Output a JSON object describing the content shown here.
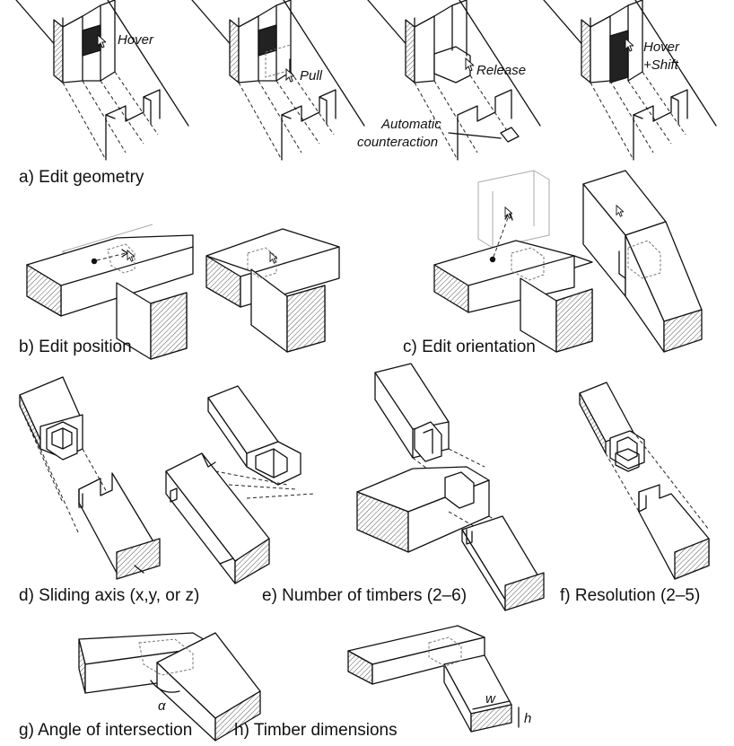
{
  "panels": {
    "a": {
      "caption": "a) Edit geometry",
      "steps": [
        {
          "label": "Hover"
        },
        {
          "label": "Pull"
        },
        {
          "label": "Release",
          "note_line1": "Automatic",
          "note_line2": "counteraction"
        },
        {
          "label_line1": "Hover",
          "label_line2": "+Shift"
        }
      ]
    },
    "b": {
      "caption": "b) Edit position"
    },
    "c": {
      "caption": "c) Edit orientation"
    },
    "d": {
      "caption": "d) Sliding axis (x,y, or z)"
    },
    "e": {
      "caption": "e) Number of timbers (2–6)"
    },
    "f": {
      "caption": "f) Resolution (2–5)"
    },
    "g": {
      "caption": "g) Angle of intersection",
      "symbol": "α"
    },
    "h": {
      "caption": "h) Timber dimensions",
      "w_label": "w",
      "h_label": "h"
    }
  },
  "icons": [
    "cursor-icon",
    "move-handle-icon"
  ]
}
